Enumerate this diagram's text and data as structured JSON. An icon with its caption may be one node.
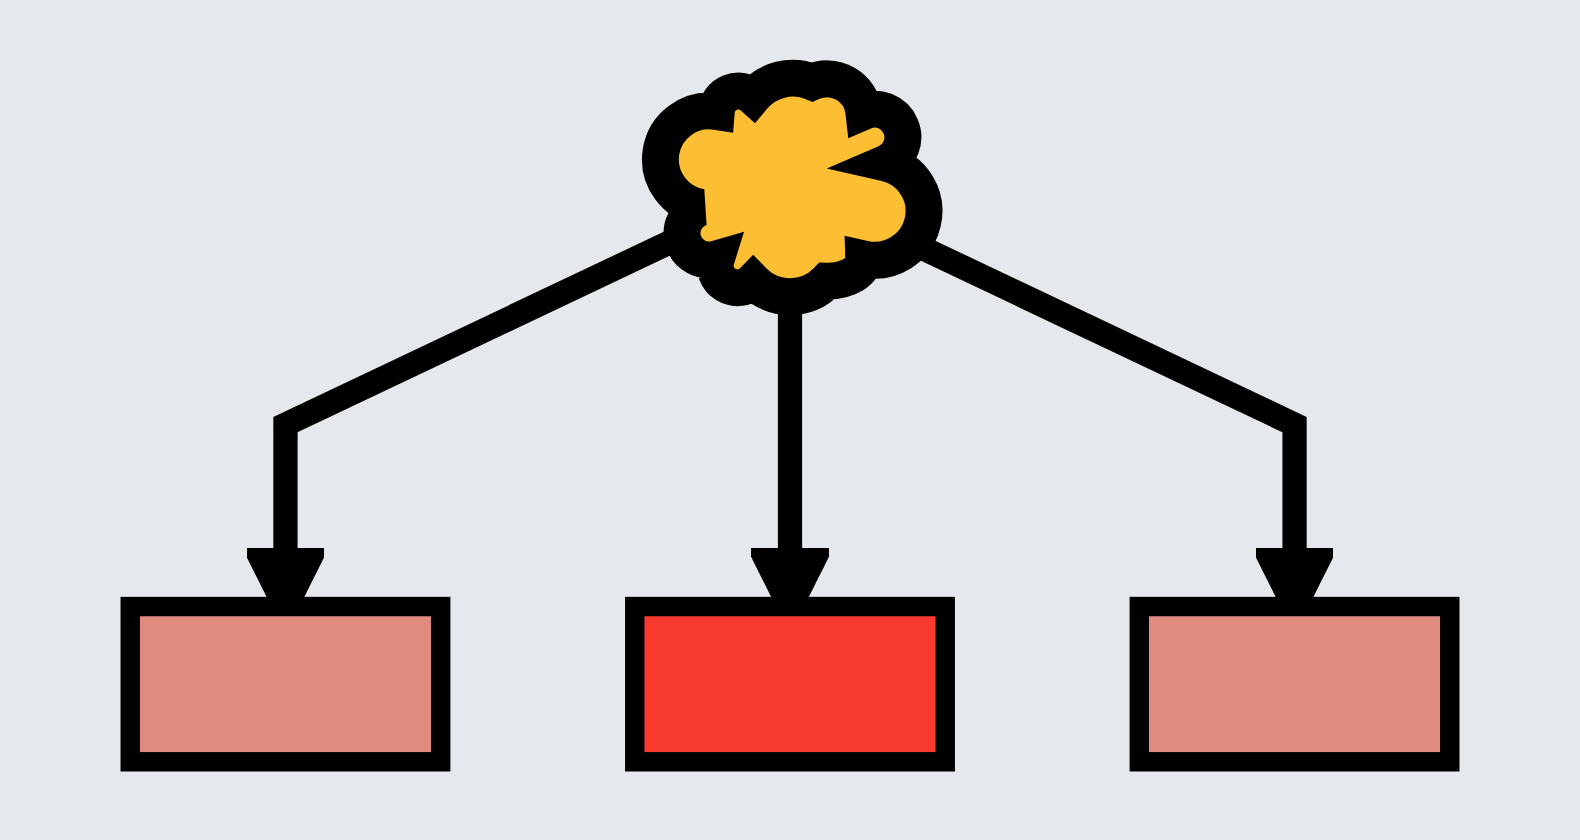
{
  "diagram": {
    "nodes": [
      {
        "text": [],
        "shape": "cloud"
      },
      {
        "text": [],
        "shape": "box"
      },
      {
        "text": [],
        "shape": "box"
      },
      {
        "text": [],
        "shape": "box"
      }
    ],
    "edges": [
      {
        "from": 0,
        "to": 1,
        "arrow": "to"
      },
      {
        "from": 0,
        "to": 2,
        "arrow": "to"
      },
      {
        "from": 0,
        "to": 3,
        "arrow": "to"
      }
    ]
  }
}
